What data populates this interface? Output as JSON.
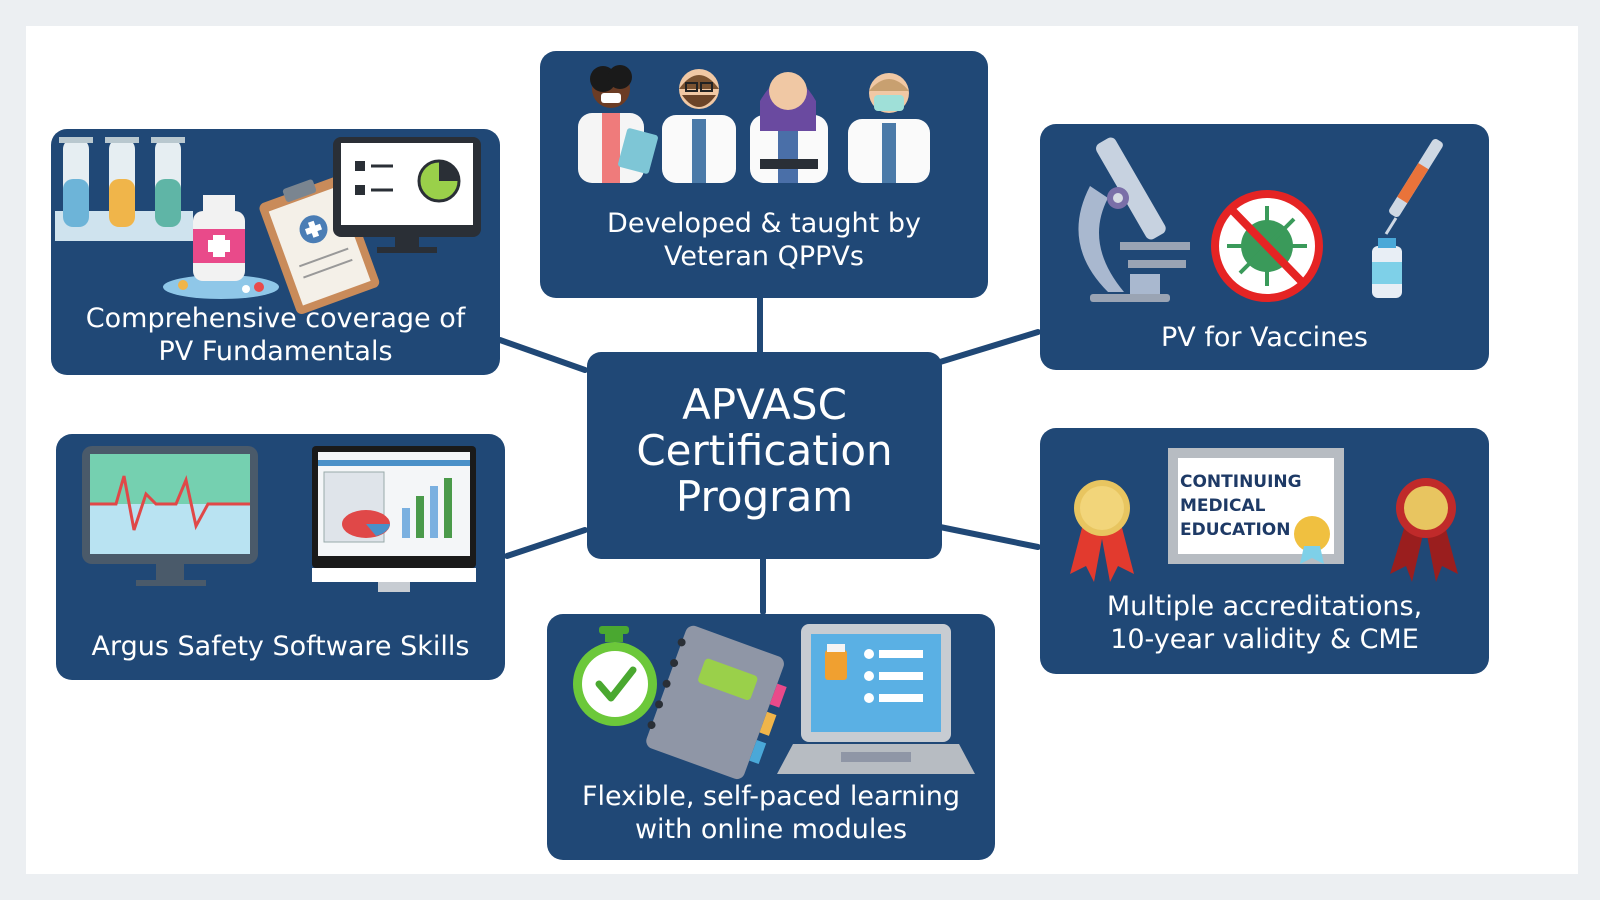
{
  "colors": {
    "card": "#204876",
    "background": "#eceff2",
    "panel": "#ffffff",
    "connector": "#204876"
  },
  "center": {
    "line1": "APVASC",
    "line2": "Certification",
    "line3": "Program"
  },
  "cards": {
    "fundamentals": {
      "line1": "Comprehensive coverage of",
      "line2": "PV Fundamentals",
      "icons": [
        "test-tubes-icon",
        "medicine-bottle-icon",
        "clipboard-icon",
        "monitor-chart-icon"
      ]
    },
    "qppv": {
      "line1": "Developed & taught by",
      "line2": "Veteran QPPVs",
      "icons": [
        "doctors-group-icon"
      ]
    },
    "vaccines": {
      "line1": "PV for Vaccines",
      "icons": [
        "microscope-icon",
        "no-virus-icon",
        "syringe-icon"
      ]
    },
    "argus": {
      "line1": "Argus Safety Software Skills",
      "icons": [
        "heart-monitor-icon",
        "spreadsheet-monitor-icon"
      ]
    },
    "accreditations": {
      "line1": "Multiple accreditations,",
      "line2": "10-year validity & CME",
      "certificate": [
        "CONTINUING",
        "MEDICAL",
        "EDUCATION"
      ],
      "icons": [
        "gold-medal-icon",
        "certificate-icon",
        "red-medal-icon"
      ]
    },
    "learning": {
      "line1": "Flexible, self-paced learning",
      "line2": "with online modules",
      "icons": [
        "stopwatch-icon",
        "notebook-icon",
        "laptop-icon"
      ]
    }
  }
}
